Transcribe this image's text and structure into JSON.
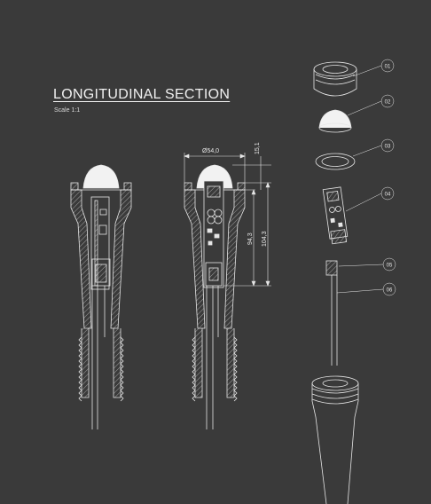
{
  "drawing": {
    "title": "LONGITUDINAL SECTION",
    "scale": "Scale 1:1"
  },
  "dimensions": {
    "diameter": "Ø54,0",
    "cap_height": "15,1",
    "inner_height": "94,3",
    "total_height": "104,3"
  },
  "callouts": [
    "01",
    "02",
    "03",
    "04",
    "05",
    "06"
  ],
  "colors": {
    "background": "#3a3a3a",
    "line": "#e6e6e6"
  }
}
